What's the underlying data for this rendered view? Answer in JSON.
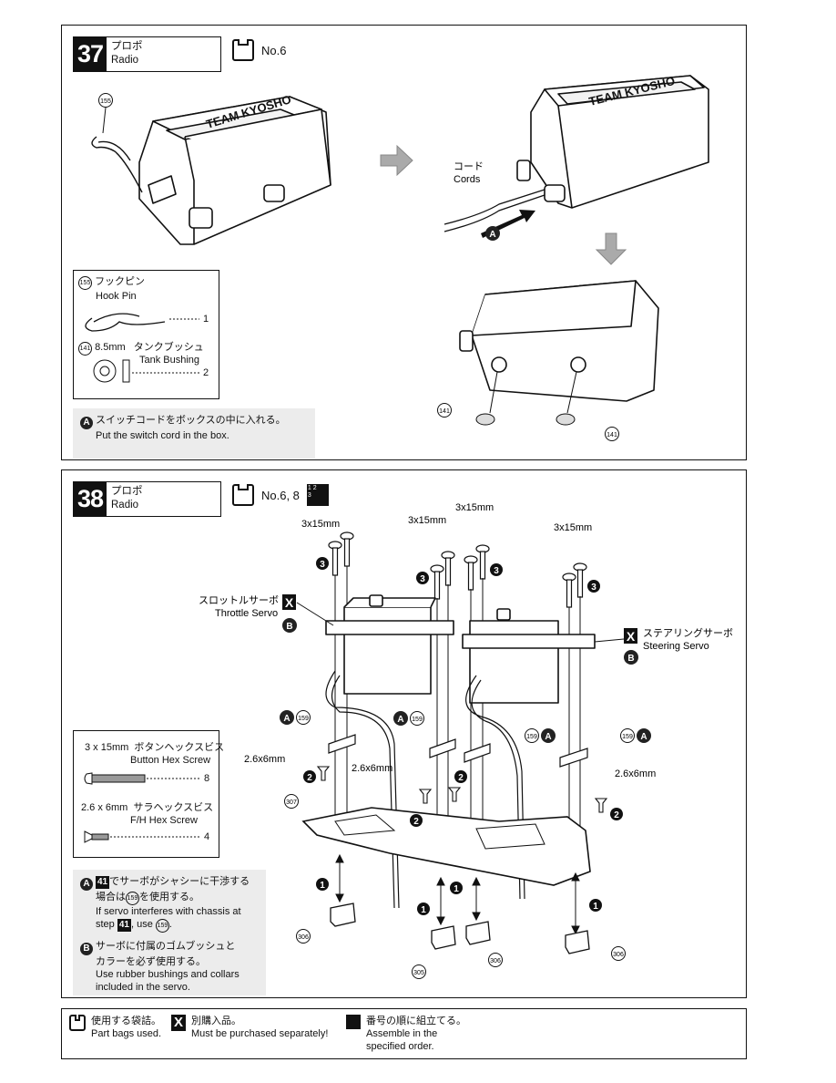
{
  "step37": {
    "number": "37",
    "title_jp": "プロポ",
    "title_en": "Radio",
    "bag": "No.6",
    "parts": [
      {
        "code": "155",
        "name_jp": "フックピン",
        "name_en": "Hook Pin",
        "qty": "1"
      },
      {
        "code": "141",
        "size": "8.5mm",
        "name_jp": "タンクブッシュ",
        "name_en": "Tank Bushing",
        "qty": "2"
      }
    ],
    "labels": {
      "cords_jp": "コード",
      "cords_en": "Cords",
      "part_155": "155",
      "part_141": "141",
      "arrow_a": "A"
    },
    "note": {
      "letter": "A",
      "jp": "スイッチコードをボックスの中に入れる。",
      "en": "Put the switch cord in the box."
    }
  },
  "step38": {
    "number": "38",
    "title_jp": "プロポ",
    "title_en": "Radio",
    "bag": "No.6, 8",
    "order_icon": [
      "1",
      "2",
      "3"
    ],
    "labels": {
      "screw_3x15": "3x15mm",
      "screw_2_6x6": "2.6x6mm",
      "throttle_jp": "スロットルサーボ",
      "throttle_en": "Throttle Servo",
      "steering_jp": "ステアリングサーボ",
      "steering_en": "Steering Servo",
      "part_159": "159",
      "part_307": "307",
      "part_306": "306",
      "part_305": "305",
      "x": "X",
      "a": "A",
      "b": "B"
    },
    "parts": [
      {
        "size": "3 x 15mm",
        "name_jp": "ボタンヘックスビス",
        "name_en": "Button Hex Screw",
        "qty": "8"
      },
      {
        "size": "2.6 x 6mm",
        "name_jp": "サラヘックスビス",
        "name_en": "F/H Hex Screw",
        "qty": "4"
      }
    ],
    "notes": [
      {
        "letter": "A",
        "jp_step": "41",
        "jp_rest": "でサーボがシャシーに干渉する",
        "jp2a": "場合は",
        "jp2_part": "159",
        "jp2b": "を使用する。",
        "en1": "If servo interferes with chassis at",
        "en2a": "step",
        "en2_step": "41",
        "en2b": ", use",
        "en2_part": "159",
        "en2c": "."
      },
      {
        "letter": "B",
        "jp1": "サーボに付属のゴムブッシュと",
        "jp2": "カラーを必ず使用する。",
        "en1": "Use rubber bushings and collars",
        "en2": "included in the servo."
      }
    ]
  },
  "legend": [
    {
      "jp": "使用する袋詰。",
      "en": "Part bags used."
    },
    {
      "icon": "X",
      "jp": "別購入品。",
      "en": "Must be purchased separately!"
    },
    {
      "jp": "番号の順に組立てる。",
      "en1": "Assemble in the",
      "en2": "specified order."
    }
  ]
}
